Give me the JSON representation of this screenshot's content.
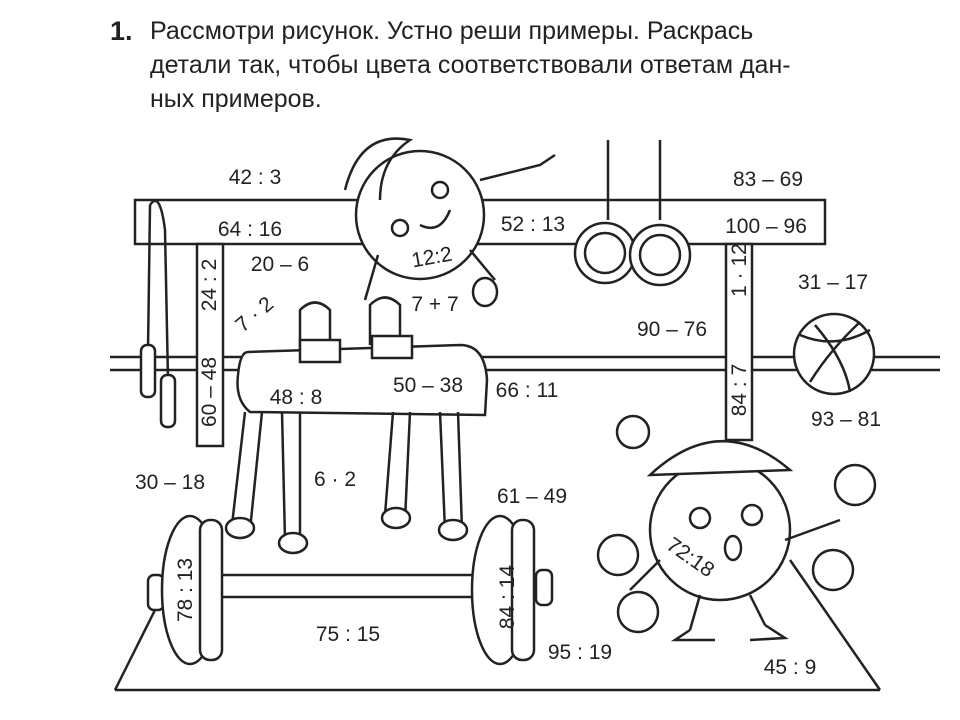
{
  "task": {
    "number": "1.",
    "lines": [
      "Рассмотри рисунок. Устно реши примеры. Раскрась",
      "детали так, чтобы цвета соответствовали ответам дан-",
      "ных примеров."
    ]
  },
  "examples": {
    "e1": "42 : 3",
    "e2": "64 : 16",
    "e3": "20 – 6",
    "e4": "24 : 2",
    "e5": "60 – 48",
    "e6": "7 · 2",
    "e7": "12:2",
    "e8": "52 : 13",
    "e9": "7 + 7",
    "e10": "83 – 69",
    "e11": "100 – 96",
    "e12": "1 · 12",
    "e13": "84 : 7",
    "e14": "31 – 17",
    "e15": "90 – 76",
    "e16": "66 : 11",
    "e17": "48 : 8",
    "e18": "50 – 38",
    "e19": "93 – 81",
    "e20": "30 – 18",
    "e21": "6 · 2",
    "e22": "61 – 49",
    "e23": "72:18",
    "e24": "78 : 13",
    "e25": "84 : 14",
    "e26": "75 : 15",
    "e27": "95 : 19",
    "e28": "45 : 9"
  }
}
